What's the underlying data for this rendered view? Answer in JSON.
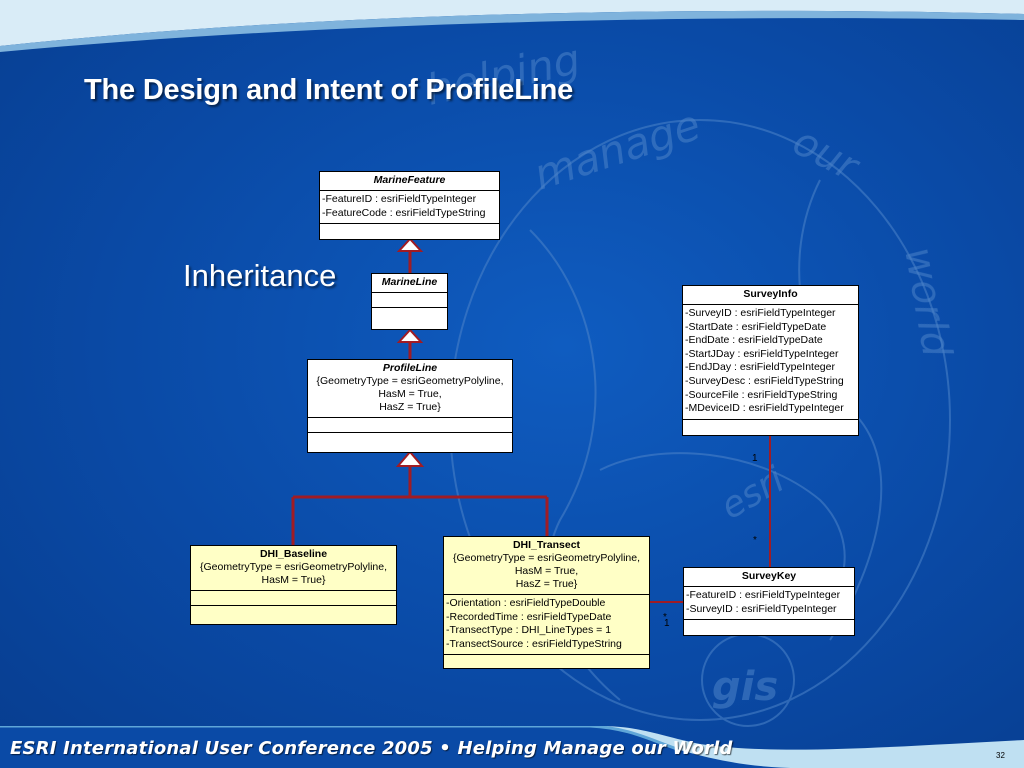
{
  "slide": {
    "title": "The Design and Intent of ProfileLine",
    "annotation": "Inheritance",
    "footer": "ESRI International User Conference 2005 • Helping Manage our World",
    "page_number": "32",
    "watermark_words": [
      "helping",
      "manage",
      "our",
      "world",
      "esri",
      "gis"
    ]
  },
  "colors": {
    "background": "#0a4aa6",
    "connector": "#a01c24",
    "class_white": "#ffffff",
    "class_yellow": "#ffffc6"
  },
  "classes": {
    "marine_feature": {
      "name": "MarineFeature",
      "attributes": [
        "-FeatureID : esriFieldTypeInteger",
        "-FeatureCode : esriFieldTypeString"
      ]
    },
    "marine_line": {
      "name": "MarineLine",
      "attributes": []
    },
    "profile_line": {
      "name": "ProfileLine",
      "tagged_values": [
        "{GeometryType = esriGeometryPolyline,",
        "HasM = True,",
        "HasZ = True}"
      ],
      "attributes": []
    },
    "dhi_baseline": {
      "name": "DHI_Baseline",
      "tagged_values": [
        "{GeometryType = esriGeometryPolyline,",
        "HasM = True}"
      ],
      "attributes": []
    },
    "dhi_transect": {
      "name": "DHI_Transect",
      "tagged_values": [
        "{GeometryType = esriGeometryPolyline,",
        "HasM = True,",
        "HasZ = True}"
      ],
      "attributes": [
        "-Orientation : esriFieldTypeDouble",
        "-RecordedTime : esriFieldTypeDate",
        "-TransectType : DHI_LineTypes = 1",
        "-TransectSource : esriFieldTypeString"
      ]
    },
    "survey_info": {
      "name": "SurveyInfo",
      "attributes": [
        "-SurveyID : esriFieldTypeInteger",
        "-StartDate : esriFieldTypeDate",
        "-EndDate : esriFieldTypeDate",
        "-StartJDay : esriFieldTypeInteger",
        "-EndJDay : esriFieldTypeInteger",
        "-SurveyDesc : esriFieldTypeString",
        "-SourceFile : esriFieldTypeString",
        "-MDeviceID : esriFieldTypeInteger"
      ]
    },
    "survey_key": {
      "name": "SurveyKey",
      "attributes": [
        "-FeatureID : esriFieldTypeInteger",
        "-SurveyID : esriFieldTypeInteger"
      ]
    }
  },
  "multiplicities": {
    "surveyinfo_end": "1",
    "surveykey_end": "*",
    "transect_end": "*",
    "transect_side": "1"
  }
}
